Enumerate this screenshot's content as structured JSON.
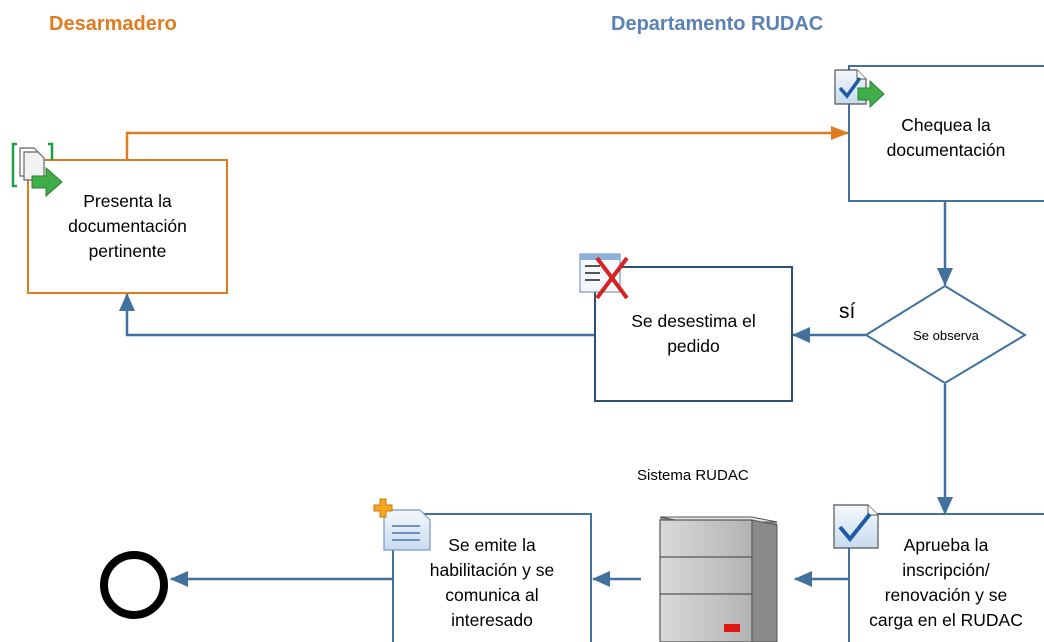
{
  "lanes": {
    "left": {
      "title": "Desarmadero",
      "color": "#E07B21"
    },
    "right": {
      "title": "Departamento RUDAC",
      "color": "#5B82B5"
    }
  },
  "nodes": {
    "presenta": {
      "text": "Presenta la\ndocumentación\npertinente",
      "icon": "document-send-icon"
    },
    "chequea": {
      "text": "Chequea la\ndocumentación",
      "icon": "document-check-send-icon"
    },
    "desestima": {
      "text": "Se desestima el\npedido",
      "icon": "list-cancel-icon"
    },
    "decision": {
      "text": "Se observa",
      "branch_label": "sí"
    },
    "aprueba": {
      "text": "Aprueba la\ninscripción/\nrenovación y se\ncarga en el RUDAC",
      "icon": "document-check-icon"
    },
    "sistema": {
      "label": "Sistema RUDAC",
      "icon": "server-icon"
    },
    "emite": {
      "text": "Se emite la\nhabilitación y se\ncomunica al\ninteresado",
      "icon": "document-add-icon"
    },
    "end": {
      "type": "end-event"
    }
  },
  "colors": {
    "flow_orange": "#E07B21",
    "flow_blue": "#41719C",
    "box_border_blue": "#41719C",
    "box_border_dark": "#2F4F6F"
  }
}
